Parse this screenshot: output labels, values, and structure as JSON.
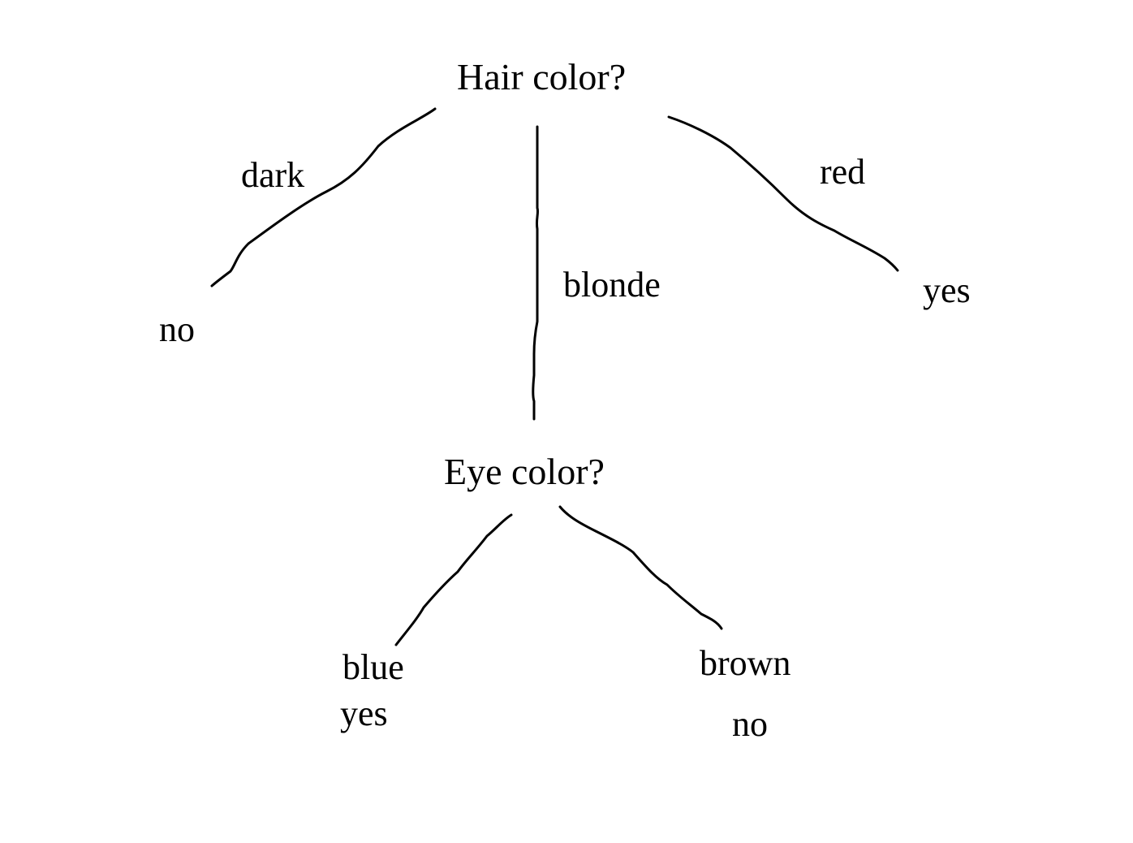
{
  "tree": {
    "root": {
      "question": "Hair color?",
      "branches": [
        {
          "label": "dark",
          "outcome": "no"
        },
        {
          "label": "blonde",
          "outcome": "Eye color?"
        },
        {
          "label": "red",
          "outcome": "yes"
        }
      ]
    },
    "eye": {
      "question": "Eye color?",
      "branches": [
        {
          "label": "blue",
          "outcome": "yes"
        },
        {
          "label": "brown",
          "outcome": "no"
        }
      ]
    }
  },
  "style": {
    "ink": "#000000",
    "background": "#ffffff"
  }
}
